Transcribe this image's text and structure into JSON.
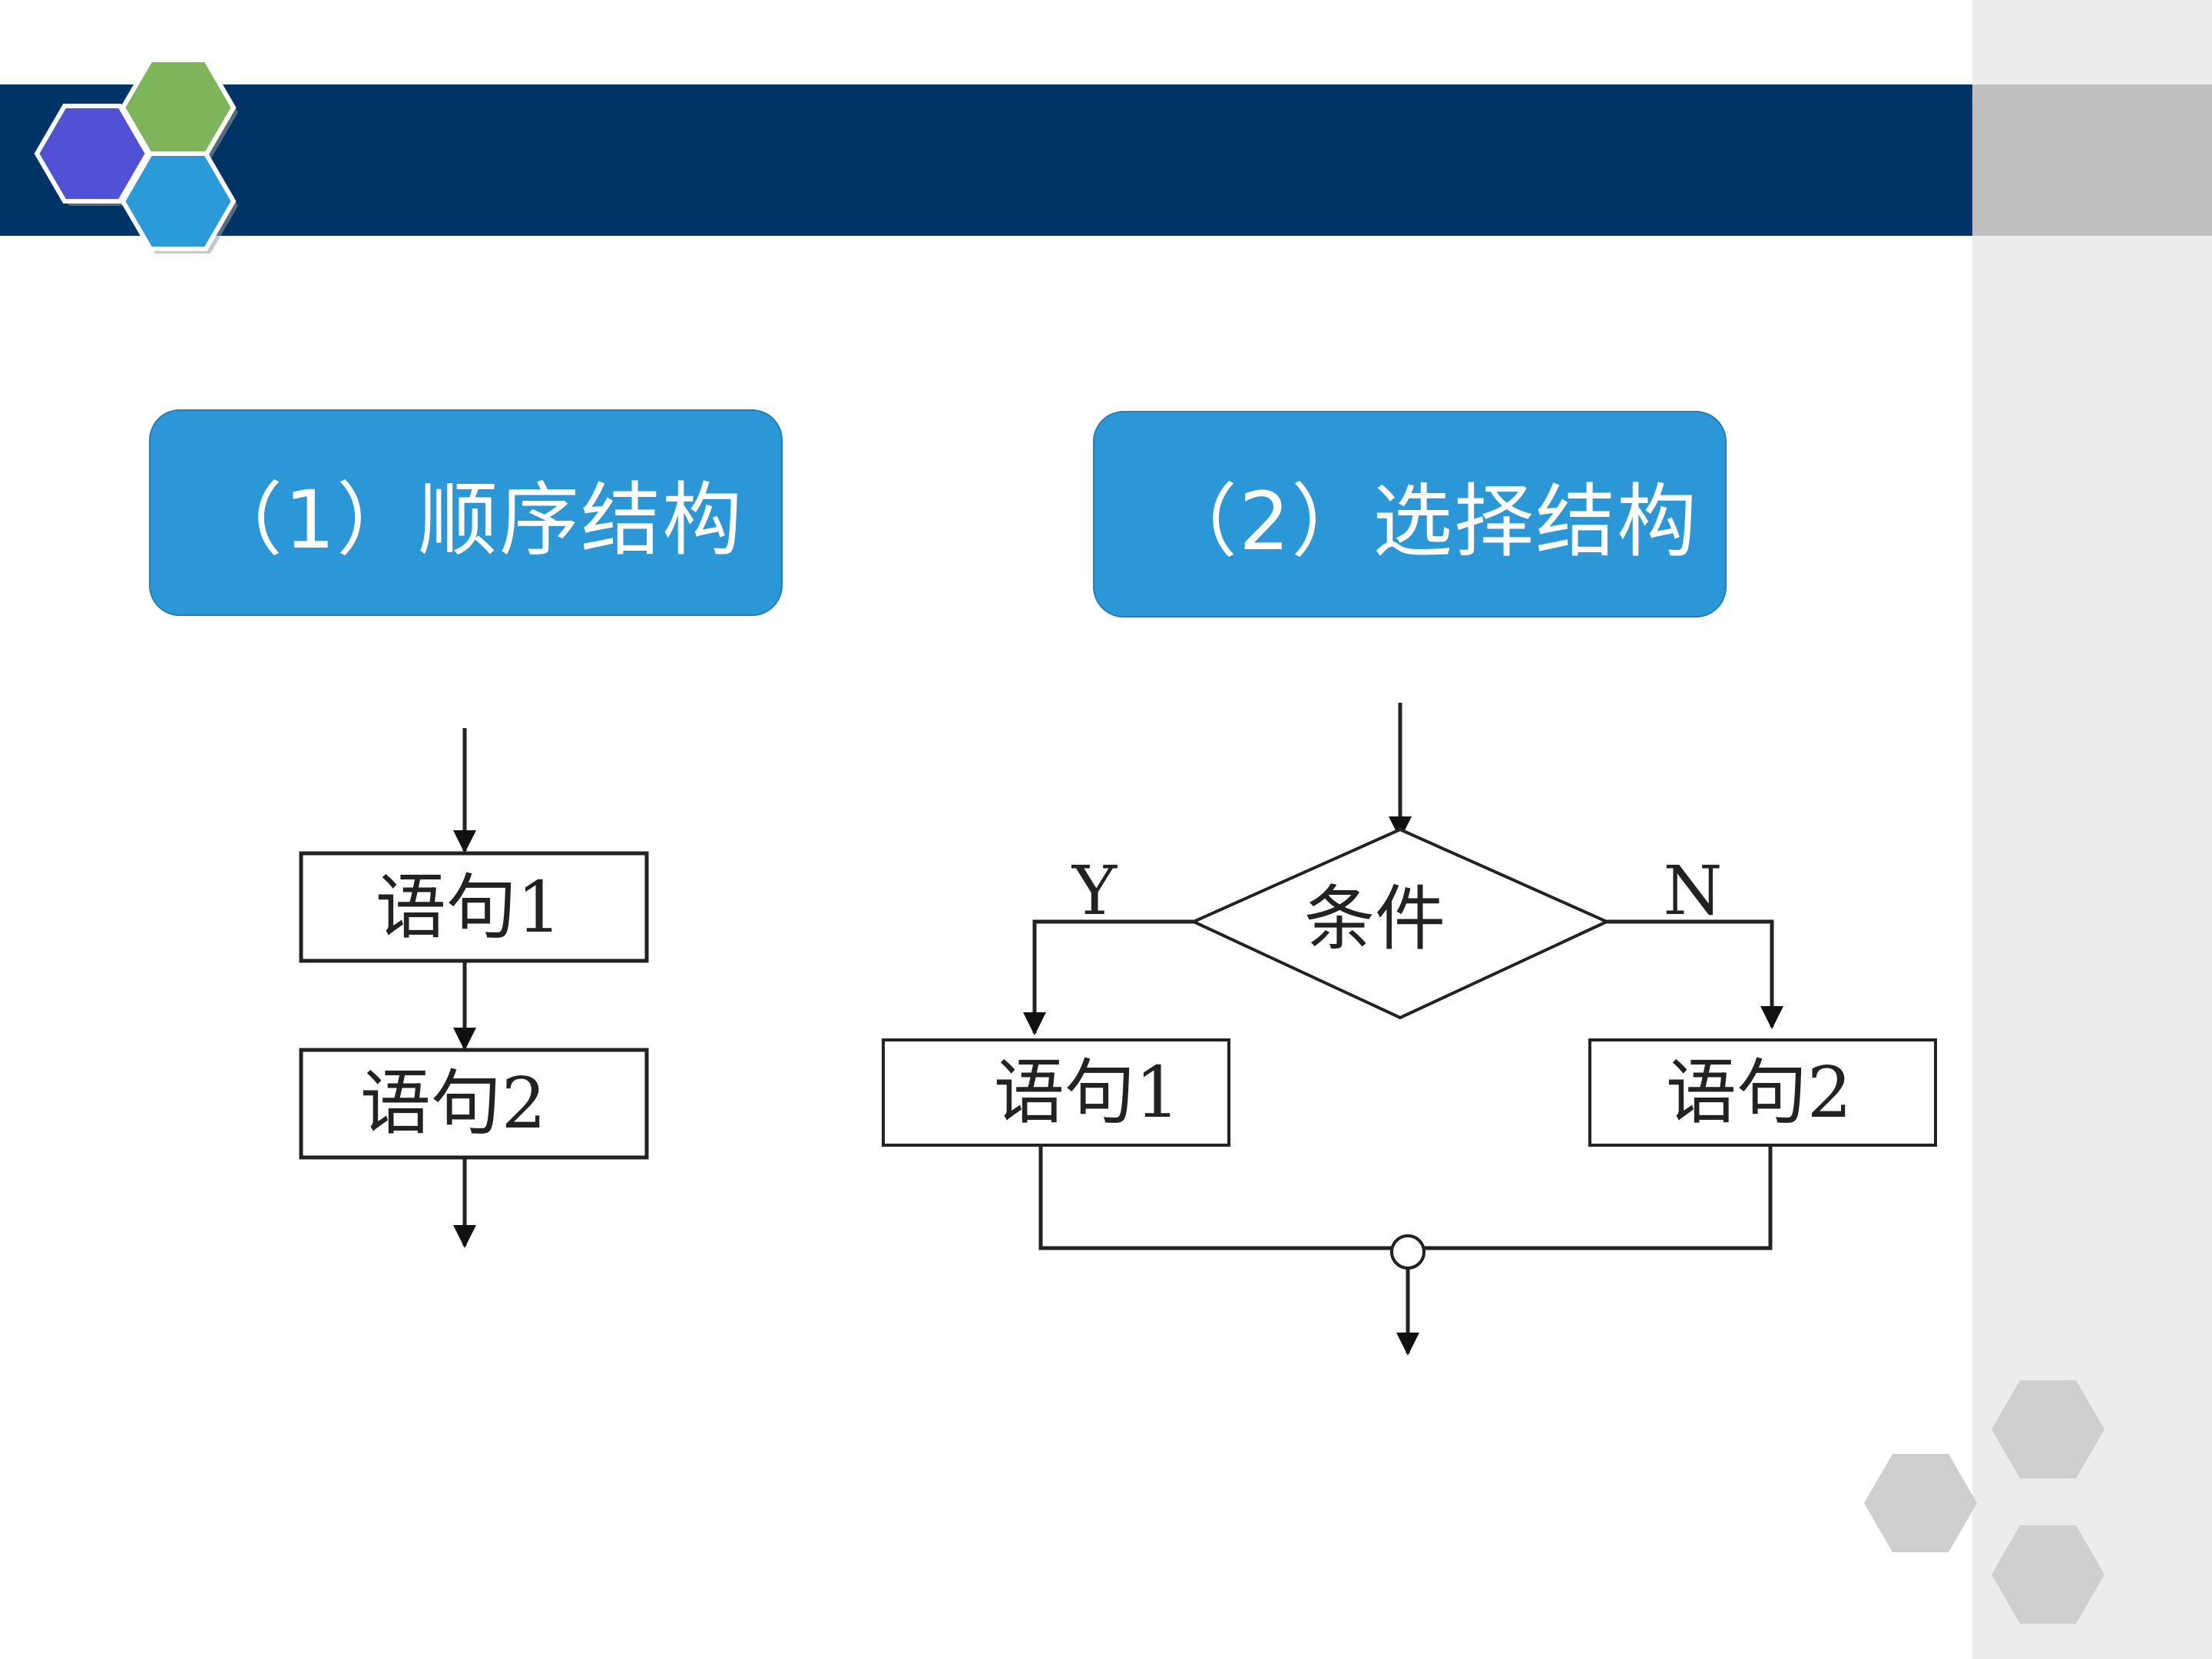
{
  "sections": {
    "sequential": "（1）顺序结构",
    "selection": "（2）选择结构"
  },
  "sequential_chart": {
    "statement1": "语句1",
    "statement2": "语句2"
  },
  "selection_chart": {
    "condition": "条件",
    "yes_label": "Y",
    "no_label": "N",
    "statement1": "语句1",
    "statement2": "语句2"
  },
  "colors": {
    "title_bar": "#003366",
    "section_box": "#2b97d6",
    "hex_purple": "#5151d5",
    "hex_green": "#7fb55a",
    "hex_blue": "#2a9ad8",
    "hex_gray": "#cfcfcf"
  }
}
